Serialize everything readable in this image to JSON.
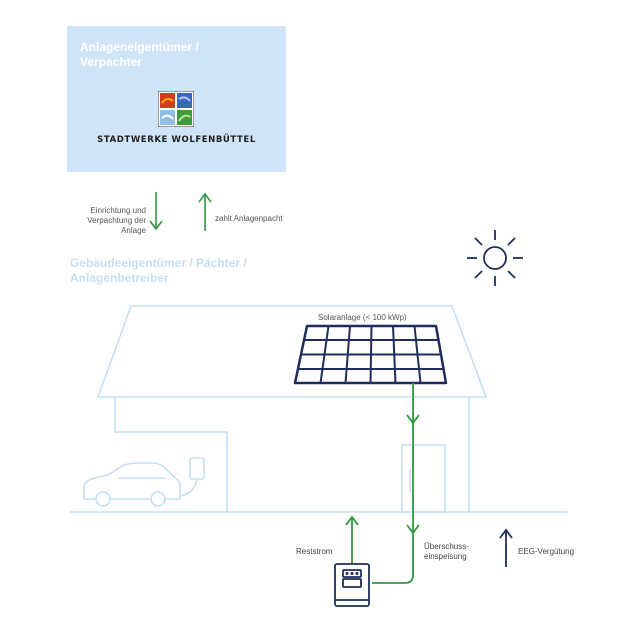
{
  "owner_box": {
    "title": "Anlageneigentümer / Verpachter",
    "company": "STADTWERKE WOLFENBÜTTEL",
    "logo_colors": [
      "#d43a1c",
      "#3a68b8",
      "#5a8ccc",
      "#3f9a3a"
    ]
  },
  "relations": {
    "down_label": "Einrichtung und Verpachtung der Anlage",
    "up_label": "zahlt Anlagenpacht"
  },
  "tenant": {
    "title": "Gebäudeeigentümer / Pächter / Anlagenbetreiber"
  },
  "solar": {
    "label": "Solaranlage (< 100 kWp)"
  },
  "flows": {
    "reststrom": "Reststrom",
    "einspeisung": "Überschuss-einspeisung",
    "eeg": "EEG-Vergütung"
  },
  "colors": {
    "box_bg": "#cfe4f7",
    "green": "#2e9a3e",
    "navy": "#1f2d5c",
    "house": "#c5dff2"
  }
}
